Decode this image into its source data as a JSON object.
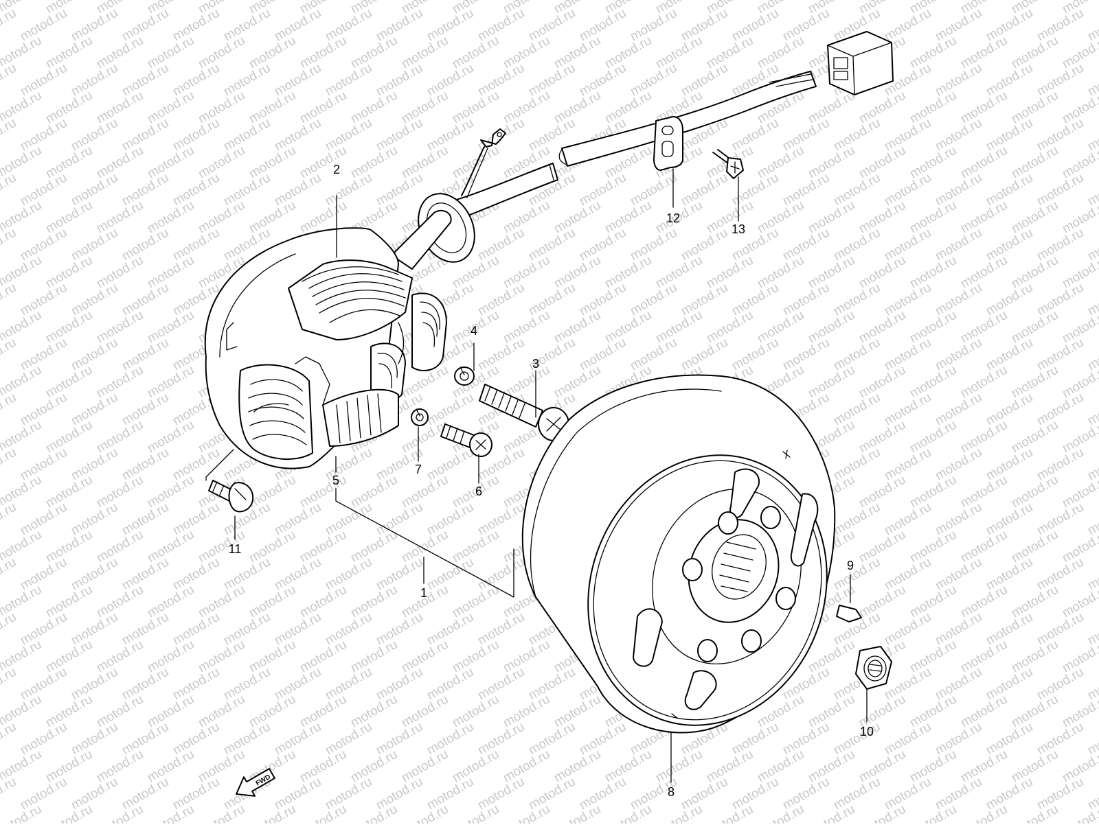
{
  "watermark": {
    "text": "motod.ru",
    "color": "#c8c8c8"
  },
  "callouts": {
    "p1": "1",
    "p2": "2",
    "p3": "3",
    "p4": "4",
    "p5": "5",
    "p6": "6",
    "p7": "7",
    "p8": "8",
    "p9": "9",
    "p10": "10",
    "p11": "11",
    "p12": "12",
    "p13": "13"
  },
  "fwd_label": "FWD",
  "colors": {
    "line": "#000000",
    "background": "#ffffff"
  }
}
